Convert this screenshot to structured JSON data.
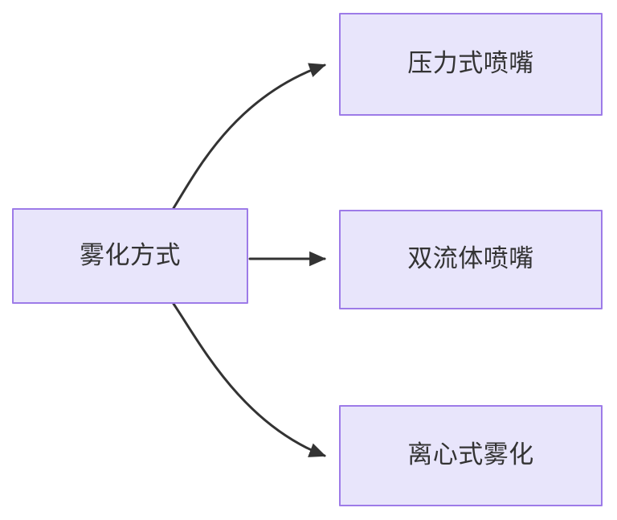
{
  "diagram": {
    "type": "flowchart",
    "direction": "left-to-right",
    "background_color": "#ffffff",
    "node_fill_color": "#e8e5fb",
    "node_border_color": "#9d7be8",
    "node_text_color": "#333333",
    "edge_color": "#333333",
    "root": {
      "id": "root",
      "label": "雾化方式"
    },
    "children": [
      {
        "id": "child-0",
        "label": "压力式喷嘴",
        "edge_style": "curved"
      },
      {
        "id": "child-1",
        "label": "双流体喷嘴",
        "edge_style": "straight"
      },
      {
        "id": "child-2",
        "label": "离心式雾化",
        "edge_style": "curved"
      }
    ],
    "edges": [
      {
        "from": "root",
        "to": "child-0",
        "arrowhead": "solid-triangle"
      },
      {
        "from": "root",
        "to": "child-1",
        "arrowhead": "solid-triangle"
      },
      {
        "from": "root",
        "to": "child-2",
        "arrowhead": "solid-triangle"
      }
    ]
  }
}
